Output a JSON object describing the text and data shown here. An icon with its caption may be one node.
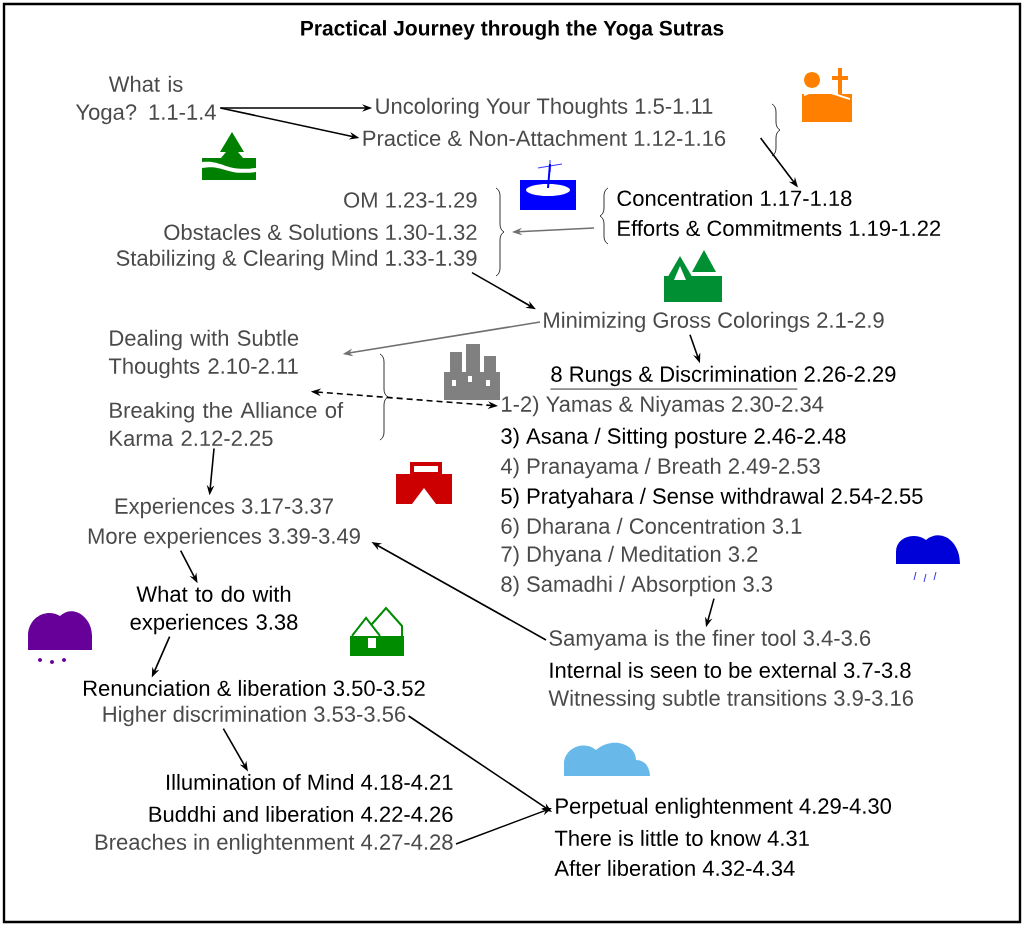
{
  "diagram": {
    "title": "Practical Journey through the Yoga Sutras",
    "nodes": [
      {
        "text": [
          "What is Yoga? 1.1-1.4"
        ]
      },
      {
        "text": [
          "Uncoloring Your Thoughts 1.5-1.11"
        ]
      },
      {
        "text": [
          "Practice & Non-Attachment 1.12-1.16"
        ]
      },
      {
        "text": [
          "Concentration 1.17-1.18"
        ]
      },
      {
        "text": [
          "Efforts & Commitments 1.19-1.22"
        ]
      },
      {
        "text": [
          "OM 1.23-1.29"
        ]
      },
      {
        "text": [
          "Obstacles & Solutions 1.30-1.32"
        ]
      },
      {
        "text": [
          "Stabilizing & Clearing Mind 1.33-1.39"
        ]
      },
      {
        "text": [
          "Minimizing Gross Colorings 2.1-2.9"
        ]
      },
      {
        "text": [
          "Dealing with Subtle Thoughts 2.10-2.11"
        ]
      },
      {
        "text": [
          "Breaking the Alliance of Karma 2.12-2.25"
        ]
      },
      {
        "text": [
          "8 Rungs & Discrimination",
          "2.26-2.29"
        ]
      },
      {
        "text": [
          "1-2) Yamas & Niyamas 2.30-2.34"
        ]
      },
      {
        "text": [
          "3) Asana / Sitting posture 2.46-2.48"
        ]
      },
      {
        "text": [
          "4) Pranayama / Breath 2.49-2.53"
        ]
      },
      {
        "text": [
          "5) Pratyahara / Sense withdrawal 2.54-2.55"
        ]
      },
      {
        "text": [
          "6) Dharana / Concentration 3.1"
        ]
      },
      {
        "text": [
          "7) Dhyana / Meditation 3.2"
        ]
      },
      {
        "text": [
          "8) Samadhi / Absorption 3.3"
        ]
      },
      {
        "text": [
          "Experiences 3.17-3.37"
        ]
      },
      {
        "text": [
          "More experiences 3.39-3.49"
        ]
      },
      {
        "text": [
          "What to do with experiences 3.38"
        ]
      },
      {
        "text": [
          "Samyama is the finer tool 3.4-3.6"
        ]
      },
      {
        "text": [
          "Internal is seen to be external 3.7-3.8"
        ]
      },
      {
        "text": [
          "Witnessing subtle transitions 3.9-3.16"
        ]
      },
      {
        "text": [
          "Renunciation & liberation 3.50-3.52"
        ]
      },
      {
        "text": [
          "Higher discrimination 3.53-3.56"
        ]
      },
      {
        "text": [
          "Illumination of Mind 4.18-4.21"
        ]
      },
      {
        "text": [
          "Buddhi and liberation 4.22-4.26"
        ]
      },
      {
        "text": [
          "Breaches in enlightenment 4.27-4.28"
        ]
      },
      {
        "text": [
          "Perpetual enlightenment 4.29-4.30"
        ]
      },
      {
        "text": [
          "There is little to know 4.31"
        ]
      },
      {
        "text": [
          "After liberation 4.32-4.34"
        ]
      }
    ],
    "edges": [
      {
        "from": 0,
        "to": 1,
        "arrow": "to"
      },
      {
        "from": 0,
        "to": 2,
        "arrow": "to"
      },
      {
        "from": 2,
        "to": 3,
        "arrow": "to"
      },
      {
        "from": 4,
        "to": 6,
        "arrow": "to",
        "color": "#707070"
      },
      {
        "from": 7,
        "to": 8,
        "arrow": "to"
      },
      {
        "from": 8,
        "to": 9,
        "arrow": "to",
        "color": "#707070"
      },
      {
        "from": 8,
        "to": 11,
        "arrow": "to"
      },
      {
        "from": 10,
        "to": 12,
        "arrow": "both",
        "style": "dashed"
      },
      {
        "from": 10,
        "to": 19,
        "arrow": "to"
      },
      {
        "from": 20,
        "to": 21,
        "arrow": "to"
      },
      {
        "from": 22,
        "to": 20,
        "arrow": "to"
      },
      {
        "from": 18,
        "to": 22,
        "arrow": "to"
      },
      {
        "from": 21,
        "to": 25,
        "arrow": "to"
      },
      {
        "from": 26,
        "to": 27,
        "arrow": "to"
      },
      {
        "from": 26,
        "to": 30,
        "arrow": "to"
      },
      {
        "from": 29,
        "to": 30,
        "arrow": "to"
      }
    ]
  }
}
